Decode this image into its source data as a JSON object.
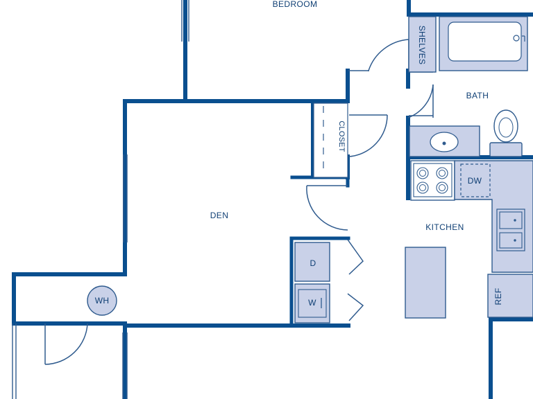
{
  "rooms": {
    "bedroom": "BEDROOM",
    "den": "DEN",
    "bath": "BATH",
    "kitchen": "KITCHEN"
  },
  "fixtures": {
    "shelves": "SHELVES",
    "closet": "CLOSET",
    "dishwasher": "DW",
    "dryer": "D",
    "washer": "W",
    "refrigerator": "REF",
    "water_heater": "WH"
  },
  "colors": {
    "wall": "#0a4f8f",
    "fixture_fill": "#c9d1e8",
    "line": "#2f5b8e",
    "text": "#0f3f74",
    "background": "#ffffff"
  },
  "icons": {
    "tub": "tub-icon",
    "toilet": "toilet-icon",
    "sink": "sink-icon",
    "stove": "stove-icon",
    "double_sink": "double-sink-icon",
    "door_swing": "door-swing-icon"
  }
}
